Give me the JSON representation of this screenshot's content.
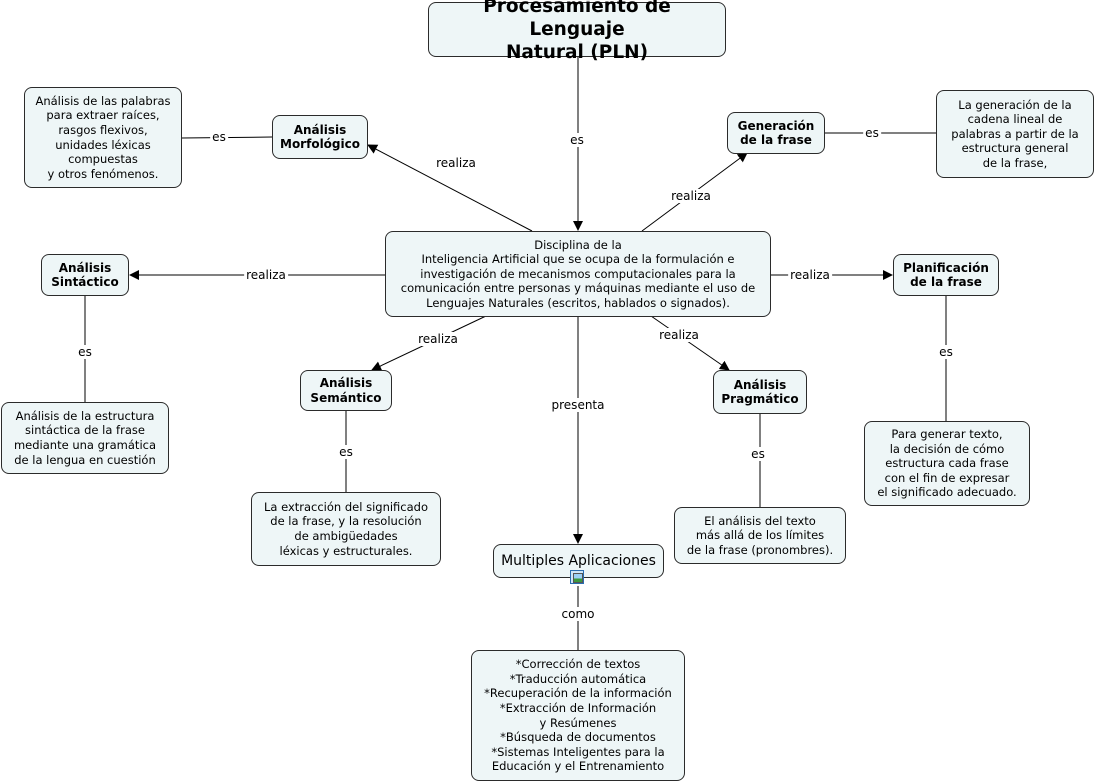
{
  "nodes": {
    "title": "Procesamiento de Lenguaje\nNatural (PLN)",
    "center": "Disciplina de la\nInteligencia Artificial que se ocupa de la formulación e\ninvestigación de mecanismos computacionales para la\ncomunicación entre personas y máquinas mediante el uso de\nLenguajes Naturales (escritos, hablados o signados).",
    "morfologico": "Análisis\nMorfológico",
    "morfologico_desc": "Análisis de las palabras\npara extraer raíces,\nrasgos flexivos,\nunidades léxicas\ncompuestas\ny otros fenómenos.",
    "generacion": "Generación\nde la frase",
    "generacion_desc": "La generación de la\ncadena lineal de\npalabras a partir de la\nestructura general\nde la frase,",
    "sintactico": "Análisis\nSintáctico",
    "sintactico_desc": "Análisis de la estructura\nsintáctica de la frase\nmediante una gramática\nde la lengua en cuestión",
    "planificacion": "Planificación\nde la frase",
    "planificacion_desc": "Para generar texto,\nla decisión de cómo\nestructura cada frase\ncon el fin de expresar\nel significado adecuado.",
    "semantico": "Análisis\nSemántico",
    "semantico_desc": "La extracción del significado\nde la frase, y la resolución\nde ambigüedades\nléxicas y estructurales.",
    "pragmatico": "Análisis\nPragmático",
    "pragmatico_desc": "El análisis del texto\nmás allá de los límites\nde la frase (pronombres).",
    "aplicaciones": "Multiples Aplicaciones",
    "aplicaciones_desc": "*Corrección de textos\n*Traducción automática\n*Recuperación de la información\n*Extracción de Información\ny Resúmenes\n*Búsqueda de documentos\n*Sistemas Inteligentes para la\nEducación y el Entrenamiento"
  },
  "labels": {
    "title_es": "es",
    "morf_realiza": "realiza",
    "morf_es": "es",
    "gen_realiza": "realiza",
    "gen_es": "es",
    "sint_realiza": "realiza",
    "sint_es": "es",
    "plan_realiza": "realiza",
    "plan_es": "es",
    "sem_realiza": "realiza",
    "sem_es": "es",
    "prag_realiza": "realiza",
    "prag_es": "es",
    "presenta": "presenta",
    "como": "como"
  },
  "icons": {
    "aplicaciones_attachment": "image-icon"
  }
}
